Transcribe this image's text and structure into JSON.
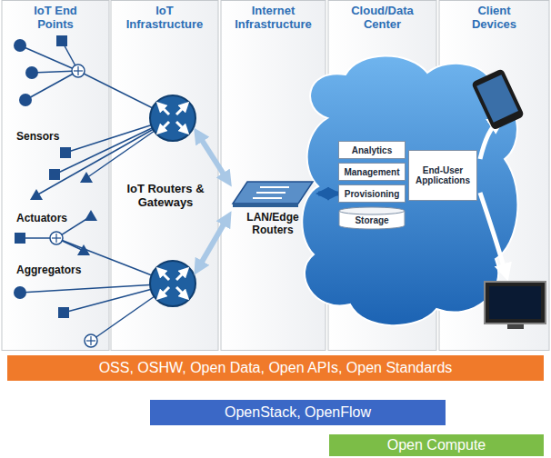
{
  "diagram": {
    "nodes": [
      {
        "text": [
          "IoT End Points"
        ]
      },
      {
        "text": [
          "IoT Infrastructure"
        ]
      },
      {
        "text": [
          "Internet Infrastructure"
        ]
      },
      {
        "text": [
          "Cloud/Data Center"
        ]
      },
      {
        "text": [
          "Client Devices"
        ]
      },
      {
        "text": [
          "LAN/Edge Routers"
        ],
        "in": 2
      },
      {
        "text": [
          "Analytics"
        ],
        "in": 3
      },
      {
        "text": [
          "Management"
        ],
        "in": 3
      },
      {
        "text": [
          "Provisioning"
        ],
        "in": 3
      },
      {
        "text": [
          "Storage"
        ],
        "in": 3
      },
      {
        "text": [
          "End-User Applications"
        ],
        "in": 3
      },
      {
        "text": [
          "OSS, OSHW, Open Data, Open APIs, Open Standards"
        ]
      },
      {
        "text": [
          "OpenStack, OpenFlow"
        ]
      },
      {
        "text": [
          "Open Compute"
        ]
      }
    ],
    "edges": [
      {
        "from": 5,
        "to": 8,
        "arrow": "both"
      }
    ],
    "labels": [
      "Sensors",
      "Actuators",
      "Aggregators",
      "IoT Routers & Gateways"
    ]
  }
}
